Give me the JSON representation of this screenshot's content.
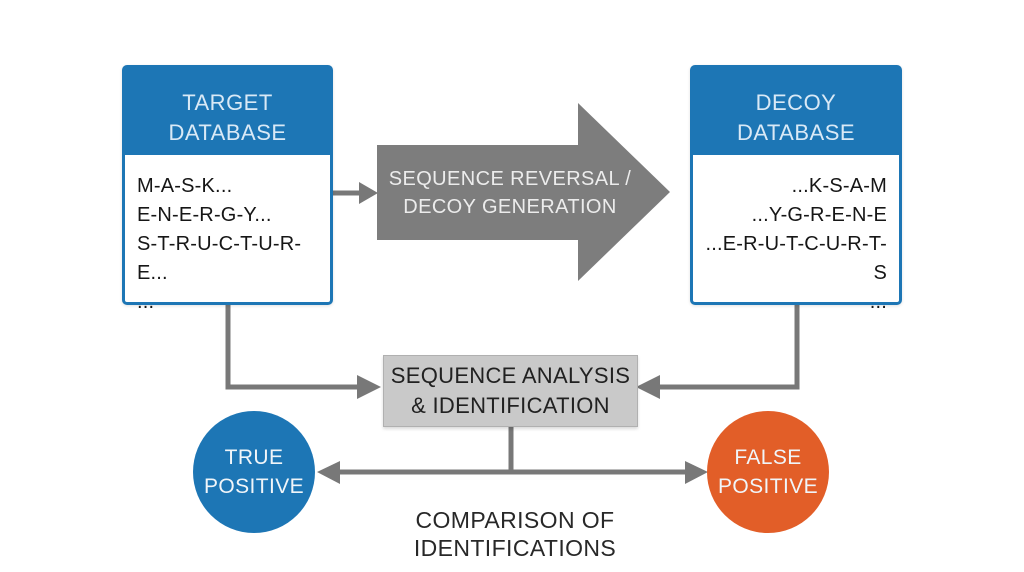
{
  "target_db": {
    "title_line1": "TARGET",
    "title_line2": "DATABASE",
    "sequences": [
      "M-A-S-K...",
      "E-N-E-R-G-Y...",
      "S-T-R-U-C-T-U-R-E...",
      "..."
    ]
  },
  "process_arrow": {
    "label_line1": "SEQUENCE REVERSAL /",
    "label_line2": "DECOY GENERATION"
  },
  "decoy_db": {
    "title_line1": "DECOY",
    "title_line2": "DATABASE",
    "sequences": [
      "...K-S-A-M",
      "...Y-G-R-E-N-E",
      "...E-R-U-T-C-U-R-T-S",
      "..."
    ]
  },
  "analysis_box": {
    "label_line1": "SEQUENCE ANALYSIS",
    "label_line2": "& IDENTIFICATION"
  },
  "true_positive": {
    "label_line1": "TRUE",
    "label_line2": "POSITIVE"
  },
  "false_positive": {
    "label_line1": "FALSE",
    "label_line2": "POSITIVE"
  },
  "caption": "COMPARISON OF IDENTIFICATIONS",
  "colors": {
    "blue": "#1d76b5",
    "orange": "#e25e28",
    "arrow_gray": "#7d7d7d",
    "connector_gray": "#787878",
    "analysis_gray": "#c9c9c9"
  }
}
